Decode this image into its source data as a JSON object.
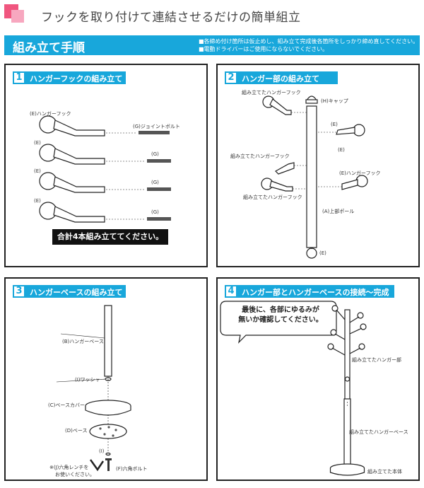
{
  "header": {
    "title": "フックを取り付けて連結させるだけの簡単組立"
  },
  "banner": {
    "title": "組み立て手順",
    "note1": "■各締め付け箇所は仮止めし、組み立て完成後各箇所をしっかり締め直してください。",
    "note2": "■電動ドライバーはご使用にならないでください。"
  },
  "step1": {
    "number": "1",
    "title": "ハンガーフックの組み立て",
    "hook_label": "(E)ハンガーフック",
    "bolt_label": "(G)ジョイントボルト",
    "e_label": "(E)",
    "g_label": "(G)",
    "total_note": "合計4本組み立ててください。"
  },
  "step2": {
    "number": "2",
    "title": "ハンガー部の組み立て",
    "assembled_hook": "組み立てたハンガーフック",
    "cap": "(H)キャップ",
    "e_label": "(E)",
    "hanger_hook": "(E)ハンガーフック",
    "upper_pole": "(A)上部ポール"
  },
  "step3": {
    "number": "3",
    "title": "ハンガーベースの組み立て",
    "hanger_base": "(B)ハンガーベース",
    "washer": "(I)ワッシャー",
    "base_cover": "(C)ベースカバー",
    "base": "(D)ベース",
    "i_label": "(I)",
    "wrench_note_1": "※(J)六角レンチを",
    "wrench_note_2": "お使いください。",
    "hex_bolt": "(F)六角ボルト"
  },
  "step4": {
    "number": "4",
    "title": "ハンガー部とハンガーベースの接続～完成",
    "bubble_line1": "最後に、各部にゆるみが",
    "bubble_line2": "無いか確認してください。",
    "assembled_hanger": "組み立てたハンガー部",
    "assembled_base": "組み立てたハンガーベース",
    "assembled_body": "組み立てた本体"
  },
  "colors": {
    "accent": "#18a7db",
    "pink": "#f0567f",
    "pink_light": "#f7a7bf"
  }
}
